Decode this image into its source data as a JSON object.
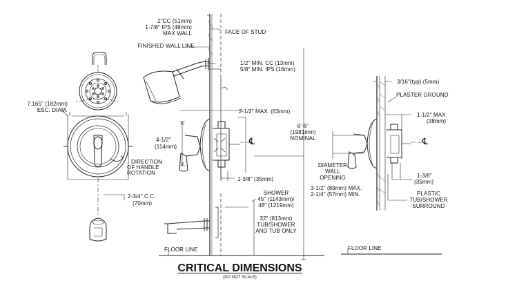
{
  "title": "CRITICAL DIMENSIONS",
  "subtitle": "(DO NOT SCALE)",
  "labels": {
    "cc_top": "2\"CC (51mm)",
    "ips_top": "1-7/8\" IPS (48mm)",
    "max_wall": "MAX WALL",
    "face_of_stud": "FACE OF STUD",
    "finished_wall_line": "FINISHED WALL LINE",
    "min_cc": "1/2\" MIN. CC (13mm)",
    "min_ips": "5/8\" MIN. IPS (16mm)",
    "two_half_max": "2-1/2\" MAX. (63mm)",
    "four_half": "4-1/2\"",
    "four_half_mm": "(114mm)",
    "one_3_8_left": "1-3/8\" (35mm)",
    "six_six": "6'-6\"",
    "six_six_mm": "(1981mm)",
    "nominal": "NOMINAL",
    "esc_diam_1": "7.165\" (182mm)",
    "esc_diam_2": "ESC. DIAM.",
    "direction_1": "DIRECTION",
    "direction_2": "OF HANDLE",
    "direction_3": "ROTATION",
    "two_3_4": "2-3/4\" C.C.",
    "two_3_4_mm": "(70mm)",
    "shower_1": "SHOWER",
    "shower_2": "45\" (1143mm)/",
    "shower_3": "48\" (1219mm)",
    "tub_1": "32\" (813mm)",
    "tub_2": "TUB/SHOWER",
    "tub_3": "AND TUB ONLY",
    "floor_line_left": "FLOOR LINE",
    "floor_line_right": "FLOOR LINE",
    "three_16": "3/16\"(typ) (5mm)",
    "plaster_ground": "PLASTER GROUND",
    "one_half_max": "1-1/2\" MAX.",
    "one_half_max_mm": "(38mm)",
    "diameter_1": "DIAMETER",
    "diameter_2": "WALL",
    "diameter_3": "OPENING",
    "three_half": "3-1/2\" (89mm) MAX.",
    "two_quarter": "2-1/4\" (57mm) MIN.",
    "one_3_8_right": "1-3/8\"",
    "one_3_8_right_mm": "(35mm)",
    "plastic_1": "PLASTIC",
    "plastic_2": "TUB/SHOWER",
    "plastic_3": "SURROUND",
    "cl_symbol": "℄"
  }
}
